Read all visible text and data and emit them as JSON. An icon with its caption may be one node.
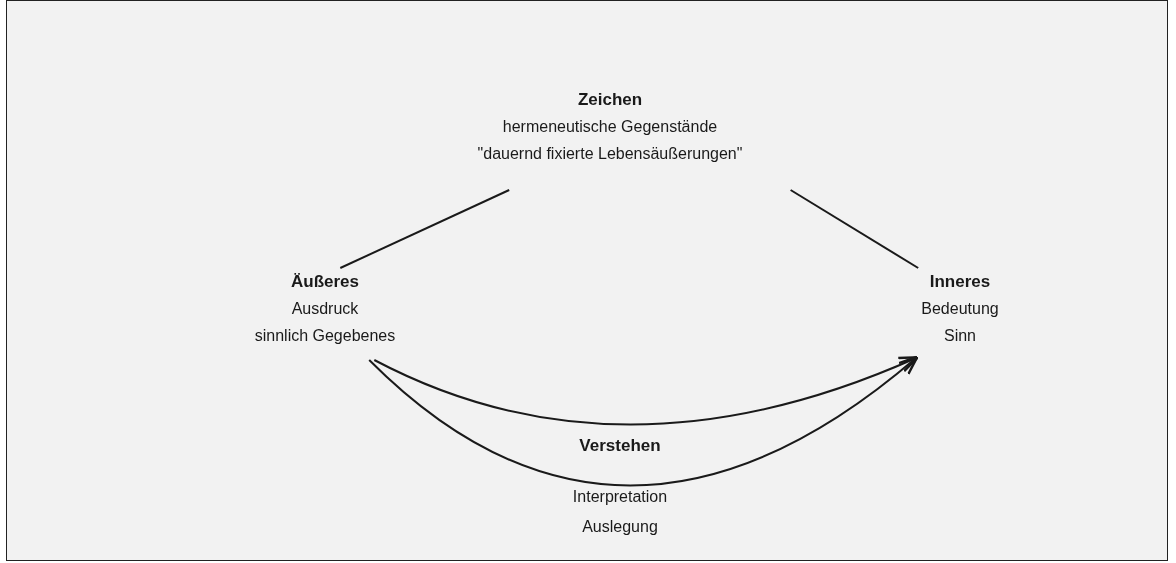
{
  "diagram": {
    "nodes": [
      {
        "text": [
          "Zeichen",
          "hermeneutische Gegenstände",
          "\"dauernd fixierte Lebensäußerungen\""
        ]
      },
      {
        "text": [
          "Äußeres",
          "Ausdruck",
          "sinnlich Gegebenes"
        ]
      },
      {
        "text": [
          "Inneres",
          "Bedeutung",
          "Sinn"
        ]
      }
    ],
    "edges": [
      {
        "from": 1,
        "to": 0,
        "arrow": "none"
      },
      {
        "from": 0,
        "to": 2,
        "arrow": "none"
      },
      {
        "from": 1,
        "to": 2,
        "arrow": "to"
      },
      {
        "from": 1,
        "to": 2,
        "arrow": "to"
      }
    ],
    "labels": [
      "Verstehen",
      "Interpretation",
      "Auslegung"
    ]
  }
}
